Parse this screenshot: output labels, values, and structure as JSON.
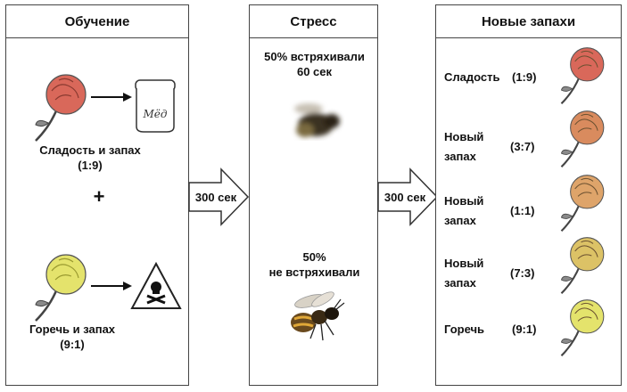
{
  "panels": {
    "training": {
      "title": "Обучение",
      "sweet_label": "Сладость и запах",
      "sweet_ratio": "(1:9)",
      "plus": "+",
      "honey_jar_text": "Мёд",
      "bitter_label": "Горечь и запах",
      "bitter_ratio": "(9:1)"
    },
    "stress": {
      "title": "Стресс",
      "shaken_line1": "50% встряхивали",
      "shaken_line2": "60 сек",
      "unshaken_line1": "50%",
      "unshaken_line2": "не встряхивали"
    },
    "new_odors": {
      "title": "Новые запахи",
      "rows": [
        {
          "label_line1": "Сладость",
          "label_line2": "",
          "ratio": "(1:9)",
          "color": "#d9685a"
        },
        {
          "label_line1": "Новый",
          "label_line2": "запах",
          "ratio": "(3:7)",
          "color": "#d98b5e"
        },
        {
          "label_line1": "Новый",
          "label_line2": "запах",
          "ratio": "(1:1)",
          "color": "#dea46a"
        },
        {
          "label_line1": "Новый",
          "label_line2": "запах",
          "ratio": "(7:3)",
          "color": "#dcc266"
        },
        {
          "label_line1": "Горечь",
          "label_line2": "",
          "ratio": "(9:1)",
          "color": "#e4e36c"
        }
      ]
    }
  },
  "arrows": {
    "first": "300 сек",
    "second": "300 сек"
  },
  "colors": {
    "sweet_rose": "#d9685a",
    "bitter_rose": "#e4e36c",
    "stem": "#444444"
  }
}
